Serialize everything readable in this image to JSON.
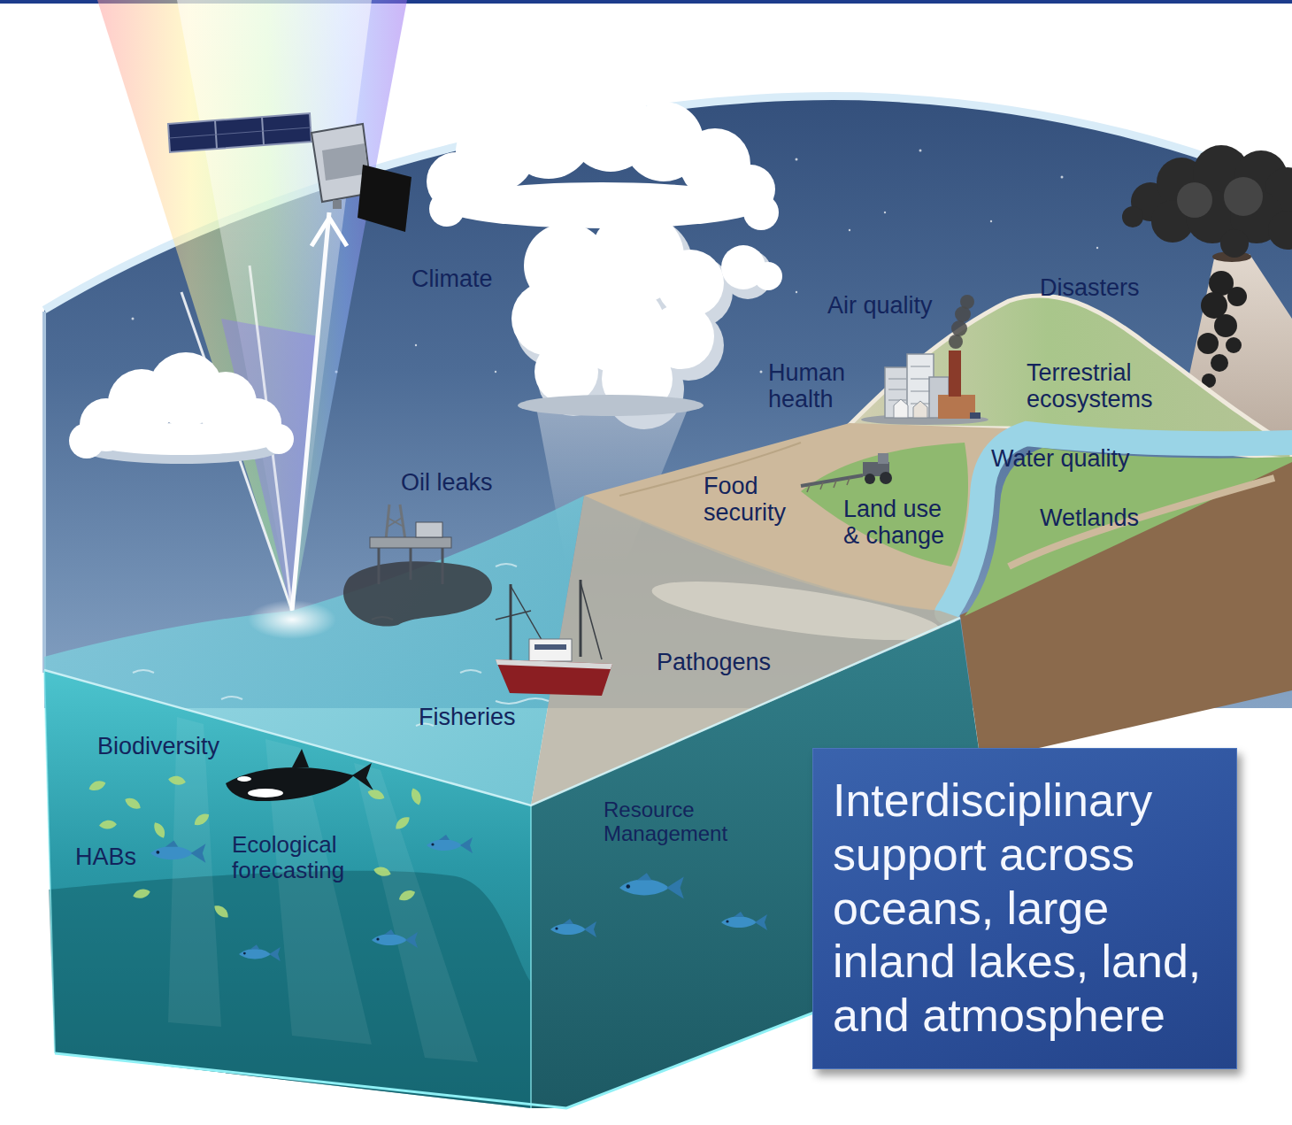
{
  "diagram": {
    "nodes": [
      {
        "text": [
          "Interdisciplinary support across oceans, large inland lakes, land, and atmosphere"
        ]
      }
    ],
    "labels": [
      "Climate",
      "Disasters",
      "Air quality",
      "Human health",
      "Terrestrial ecosystems",
      "Water quality",
      "Oil leaks",
      "Food security",
      "Land use & change",
      "Wetlands",
      "Pathogens",
      "Fisheries",
      "Biodiversity",
      "Resource Management",
      "Ecological forecasting",
      "HABs"
    ]
  }
}
